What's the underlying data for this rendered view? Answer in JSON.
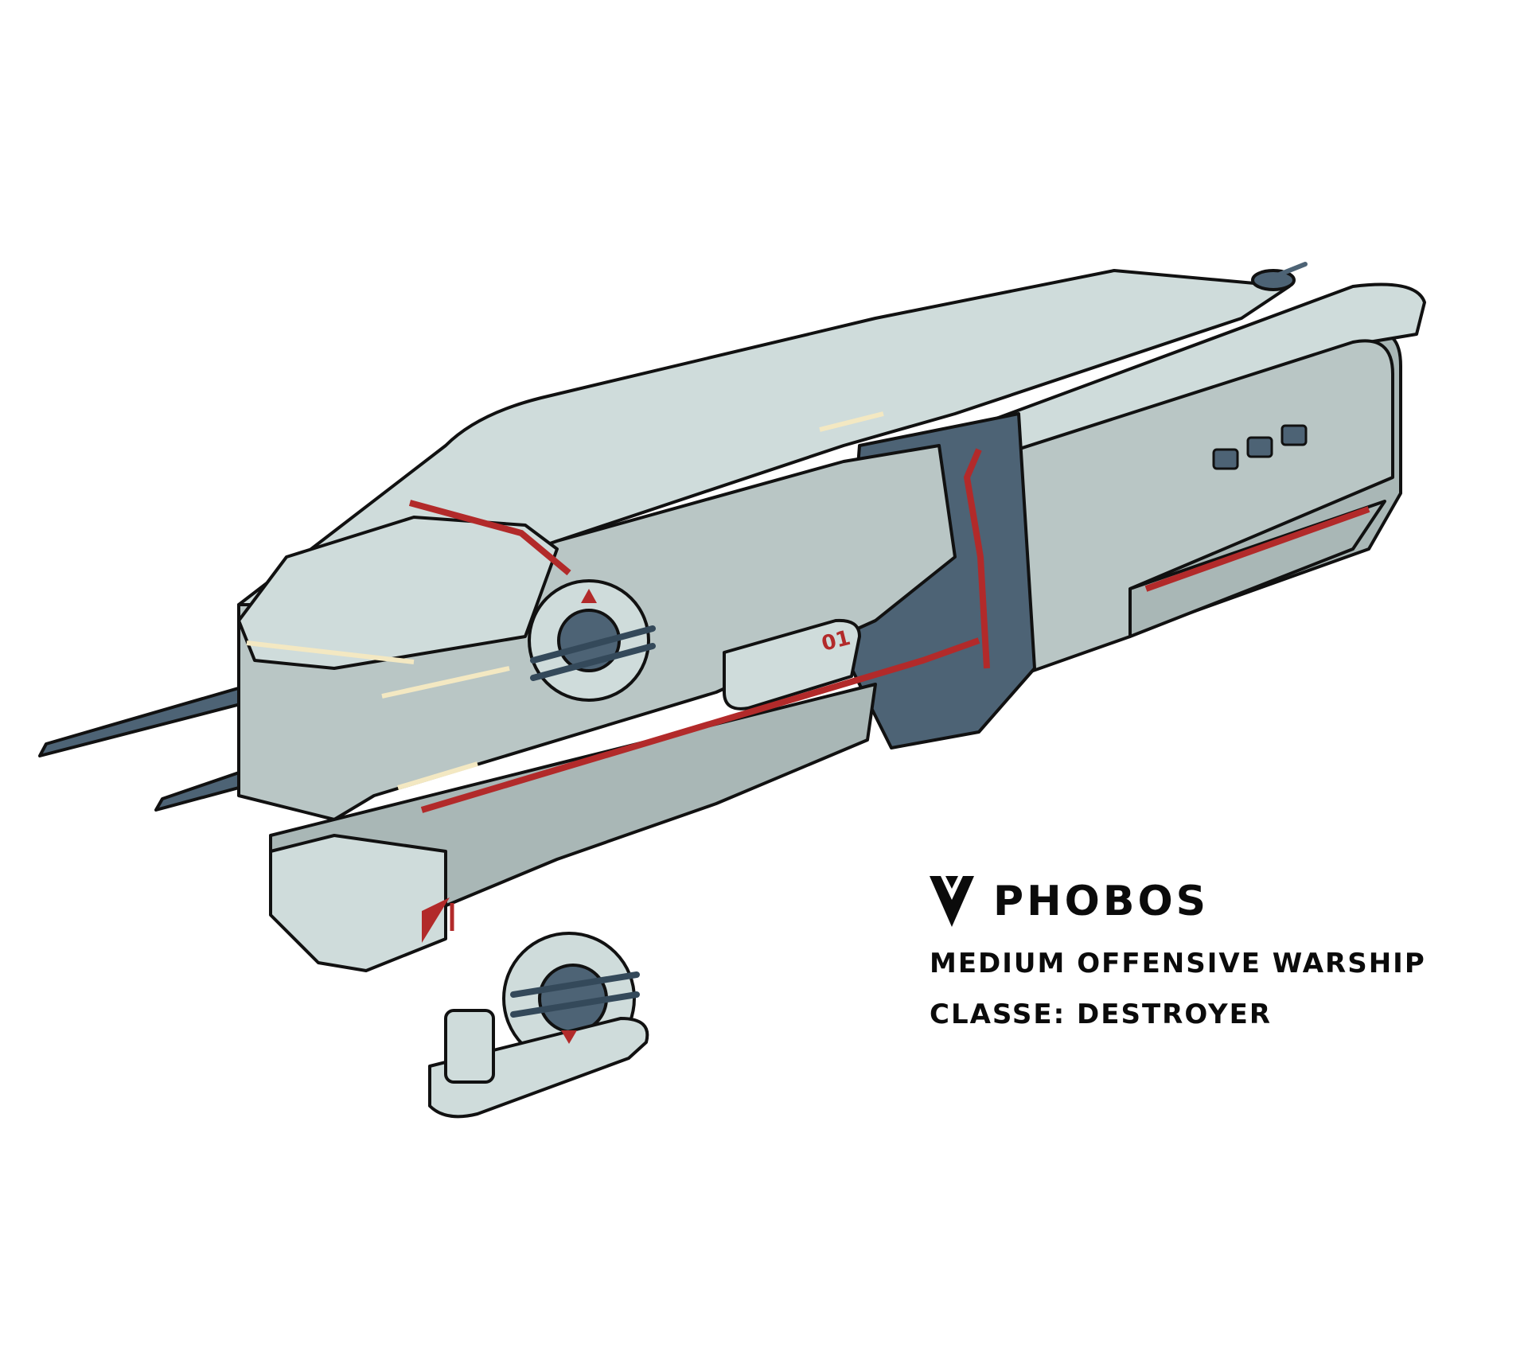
{
  "caption": {
    "logo_icon": "faction-v-chevron-icon",
    "ship_name": "PHOBOS",
    "role": "MEDIUM OFFENSIVE WARSHIP",
    "class_line": "CLASSE: DESTROYER"
  },
  "hull_markings": {
    "hull_number": "01"
  },
  "colors": {
    "background": "#ffffff",
    "hull_light": "#cfdcdb",
    "hull_mid": "#a9b7b6",
    "hull_shadow": "#8e9c9c",
    "machinery": "#4d6375",
    "machinery_dark": "#34495a",
    "accent_red": "#b22a2a",
    "light_strip": "#f3e8c2",
    "outline": "#111111",
    "text": "#0b0b0b"
  }
}
